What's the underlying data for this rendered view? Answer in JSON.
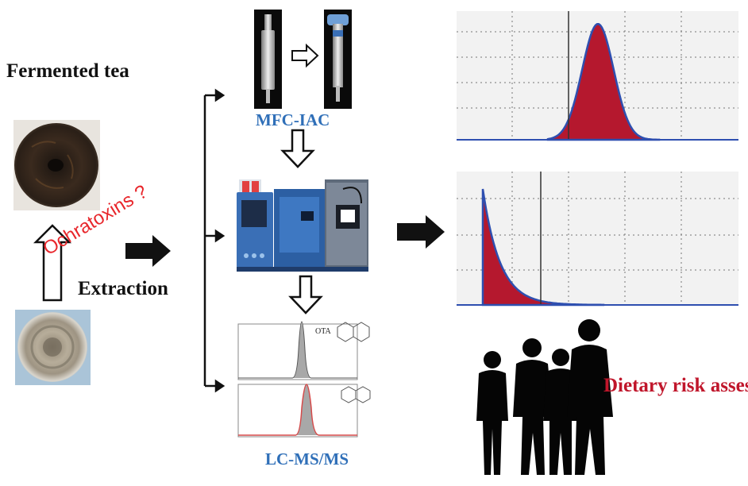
{
  "labels": {
    "fermented_tea": "Fermented tea",
    "ochratoxins": "Ochratoxins ?",
    "extraction": "Extraction",
    "mfc_iac": "MFC-IAC",
    "lc_ms_ms": "LC-MS/MS",
    "dietary_risk": "Dietary risk assessment",
    "ota": "OTA"
  },
  "colors": {
    "text_dark": "#111111",
    "label_blue": "#2f6fb8",
    "ochratoxin_red": "#e8262b",
    "risk_red": "#c0162b",
    "histogram_fill": "#b5182e",
    "curve_blue": "#2e4fb0",
    "instrument_blue": "#3a6fb6"
  },
  "icons": [
    "syringe-icon",
    "cartridge-icon",
    "lc-ms-instrument-icon",
    "chromatogram-icon",
    "people-silhouette-icon",
    "tea-cake-photo",
    "fungus-culture-photo"
  ]
}
